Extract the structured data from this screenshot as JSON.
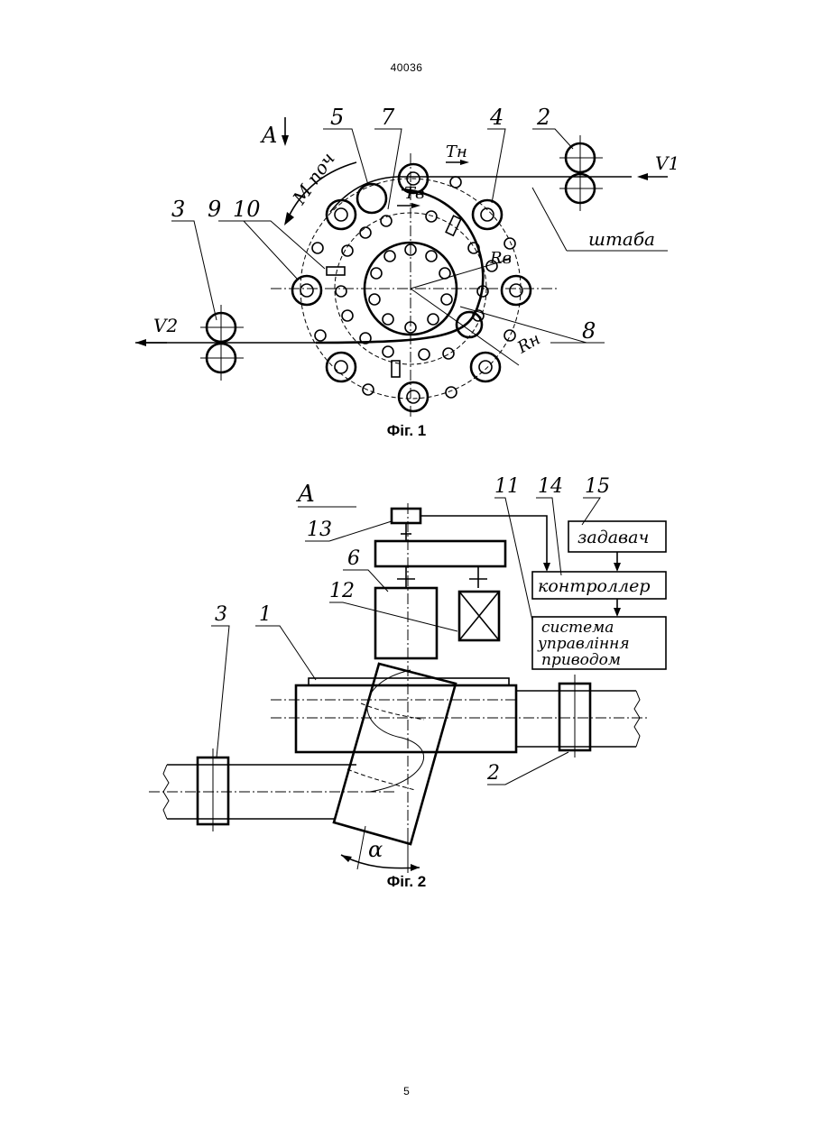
{
  "header": {
    "doc_number": "40036"
  },
  "footer": {
    "page_number": "5"
  },
  "figure1": {
    "caption": "Фіг. 1",
    "labels": {
      "view_a": "A",
      "n5": "5",
      "n7": "7",
      "n4": "4",
      "n2": "2",
      "n3": "3",
      "n9": "9",
      "n10": "10",
      "n8": "8",
      "m_poch": "M поч",
      "t_n": "Tн",
      "t_v": "Tв",
      "v1": "V1",
      "v2": "V2",
      "r_v": "Rв",
      "r_n": "Rн",
      "strip": "штаба"
    }
  },
  "figure2": {
    "caption": "Фіг. 2",
    "labels": {
      "view_a": "A",
      "n13": "13",
      "n11": "11",
      "n14": "14",
      "n15": "15",
      "n6": "6",
      "n12": "12",
      "n3": "3",
      "n1": "1",
      "n2": "2",
      "alpha": "α"
    },
    "blocks": {
      "setter": "задавач",
      "controller": "контроллер",
      "control_line1": "система",
      "control_line2": "управління",
      "control_line3": "приводом"
    }
  },
  "colors": {
    "ink": "#000000",
    "paper": "#ffffff"
  }
}
